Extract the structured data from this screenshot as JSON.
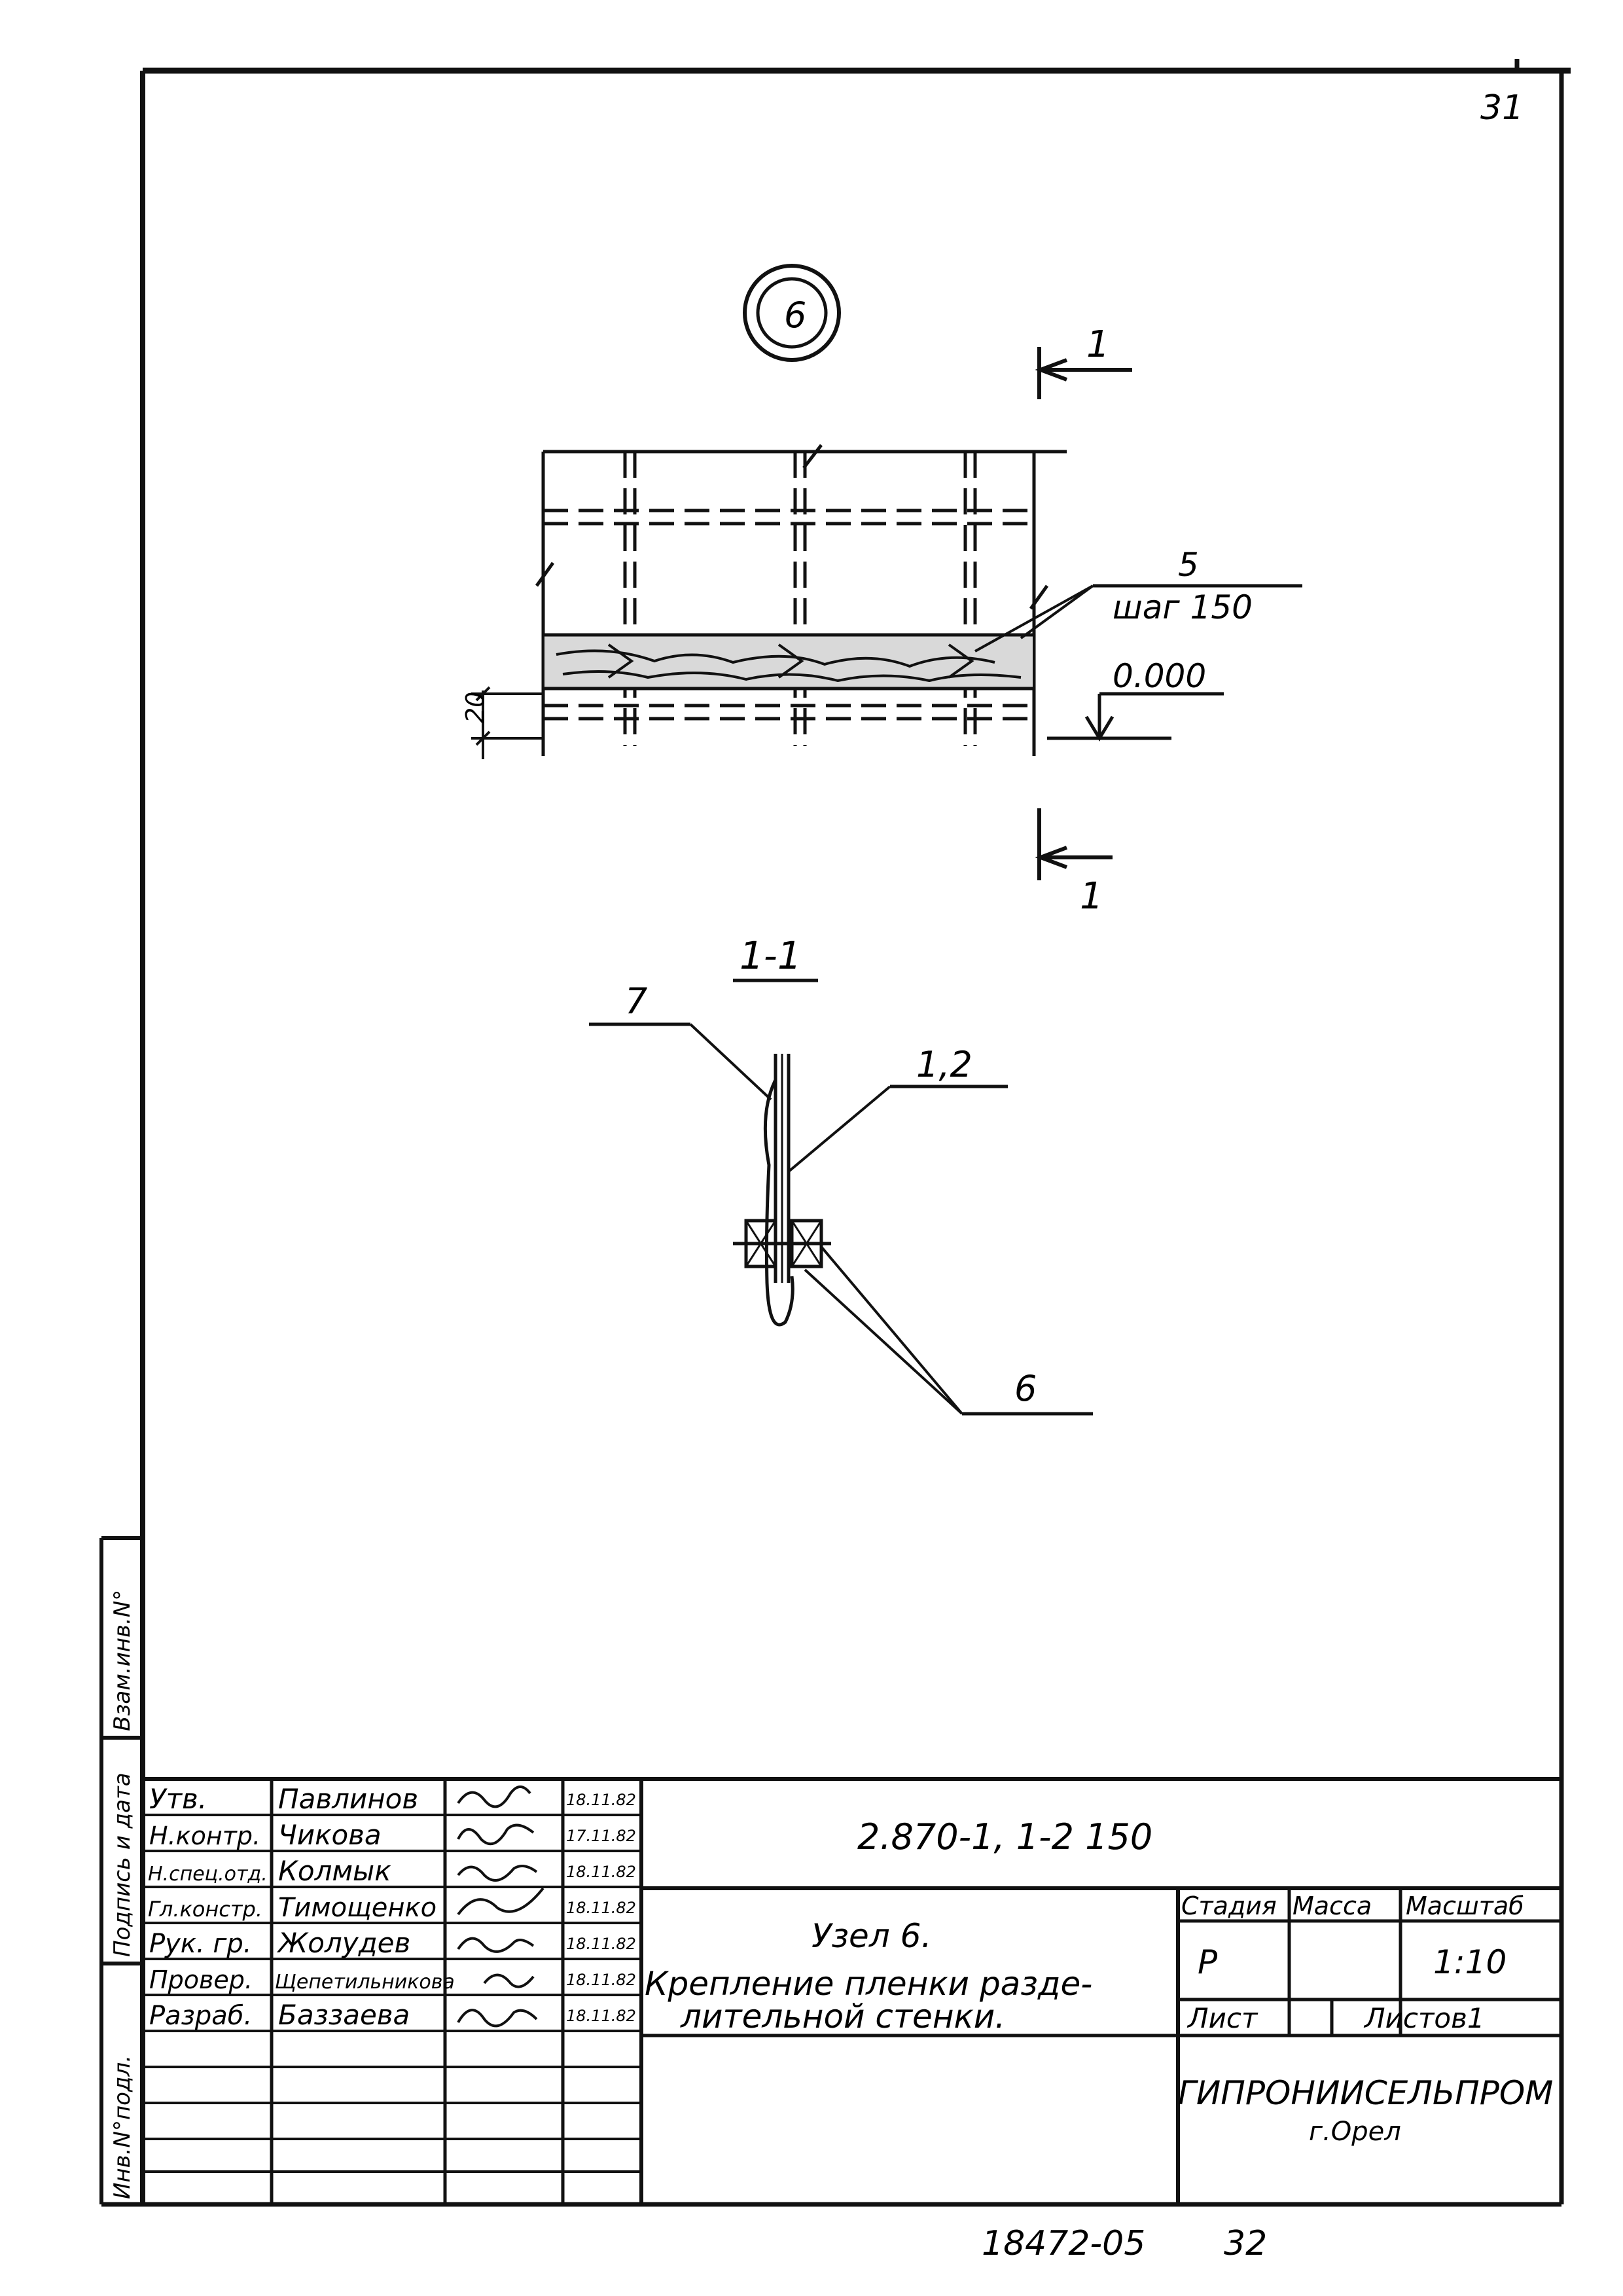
{
  "sheet_corner_number": "31",
  "node_marker": "6",
  "section_mark_top": "1",
  "section_mark_bottom": "1",
  "callout_5": "5",
  "callout_step": "шаг 150",
  "level_mark": "0.000",
  "dimension_20": "20",
  "section_title": "1-1",
  "callout_7": "7",
  "callout_1_2": "1,2",
  "callout_6": "6",
  "side_stamp": {
    "inv_no": "Инв.N°подл.",
    "signature_date": "Подпись и дата",
    "replaces_inv": "Взам.инв.N°"
  },
  "signatures": [
    {
      "role": "Утв.",
      "name": "Павлинов",
      "date": "18.11.82"
    },
    {
      "role": "Н.контр.",
      "name": "Чикова",
      "date": "17.11.82"
    },
    {
      "role": "Н.спец.отд.",
      "name": "Колмык",
      "date": "18.11.82"
    },
    {
      "role": "Гл.констр.",
      "name": "Тимощенко",
      "date": "18.11.82"
    },
    {
      "role": "Рук. гр.",
      "name": "Жолудев",
      "date": "18.11.82"
    },
    {
      "role": "Провер.",
      "name": "Щепетильникова",
      "date": "18.11.82"
    },
    {
      "role": "Разраб.",
      "name": "Баззаева",
      "date": "18.11.82"
    }
  ],
  "doc_code": "2.870-1, 1-2 150",
  "title_lines": [
    "Узел 6.",
    "Крепление пленки разде-",
    "лительной стенки."
  ],
  "stage_header": "Стадия",
  "mass_header": "Масса",
  "scale_header": "Масштаб",
  "stage_value": "Р",
  "scale_value": "1:10",
  "sheet_label": "Лист",
  "sheets_label": "Листов1",
  "organization": "ГИПРОНИИСЕЛЬПРОМ",
  "city": "г.Орел",
  "archive_number": "18472-05",
  "page_number": "32"
}
